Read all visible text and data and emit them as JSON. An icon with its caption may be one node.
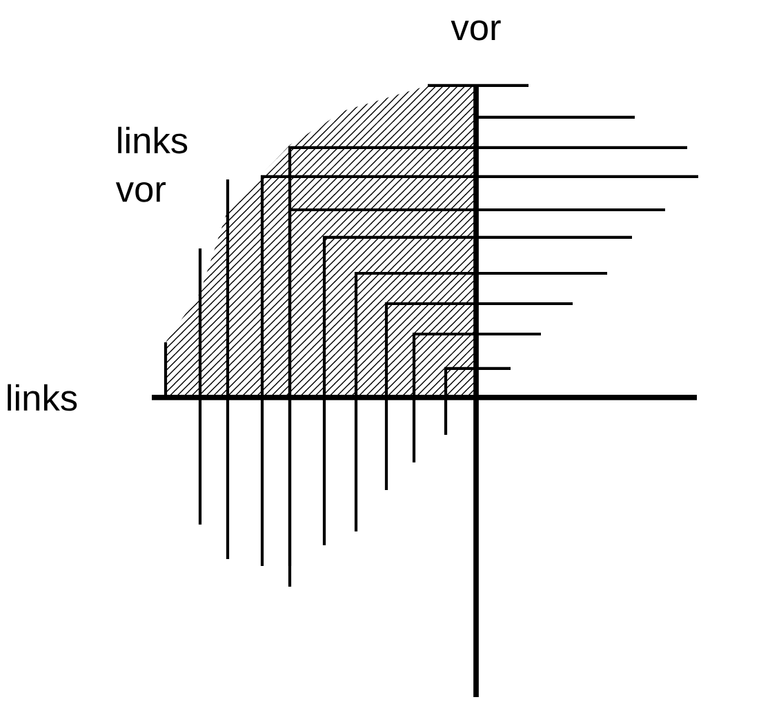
{
  "diagram": {
    "labels": [
      "vor",
      "links vor",
      "links"
    ]
  }
}
